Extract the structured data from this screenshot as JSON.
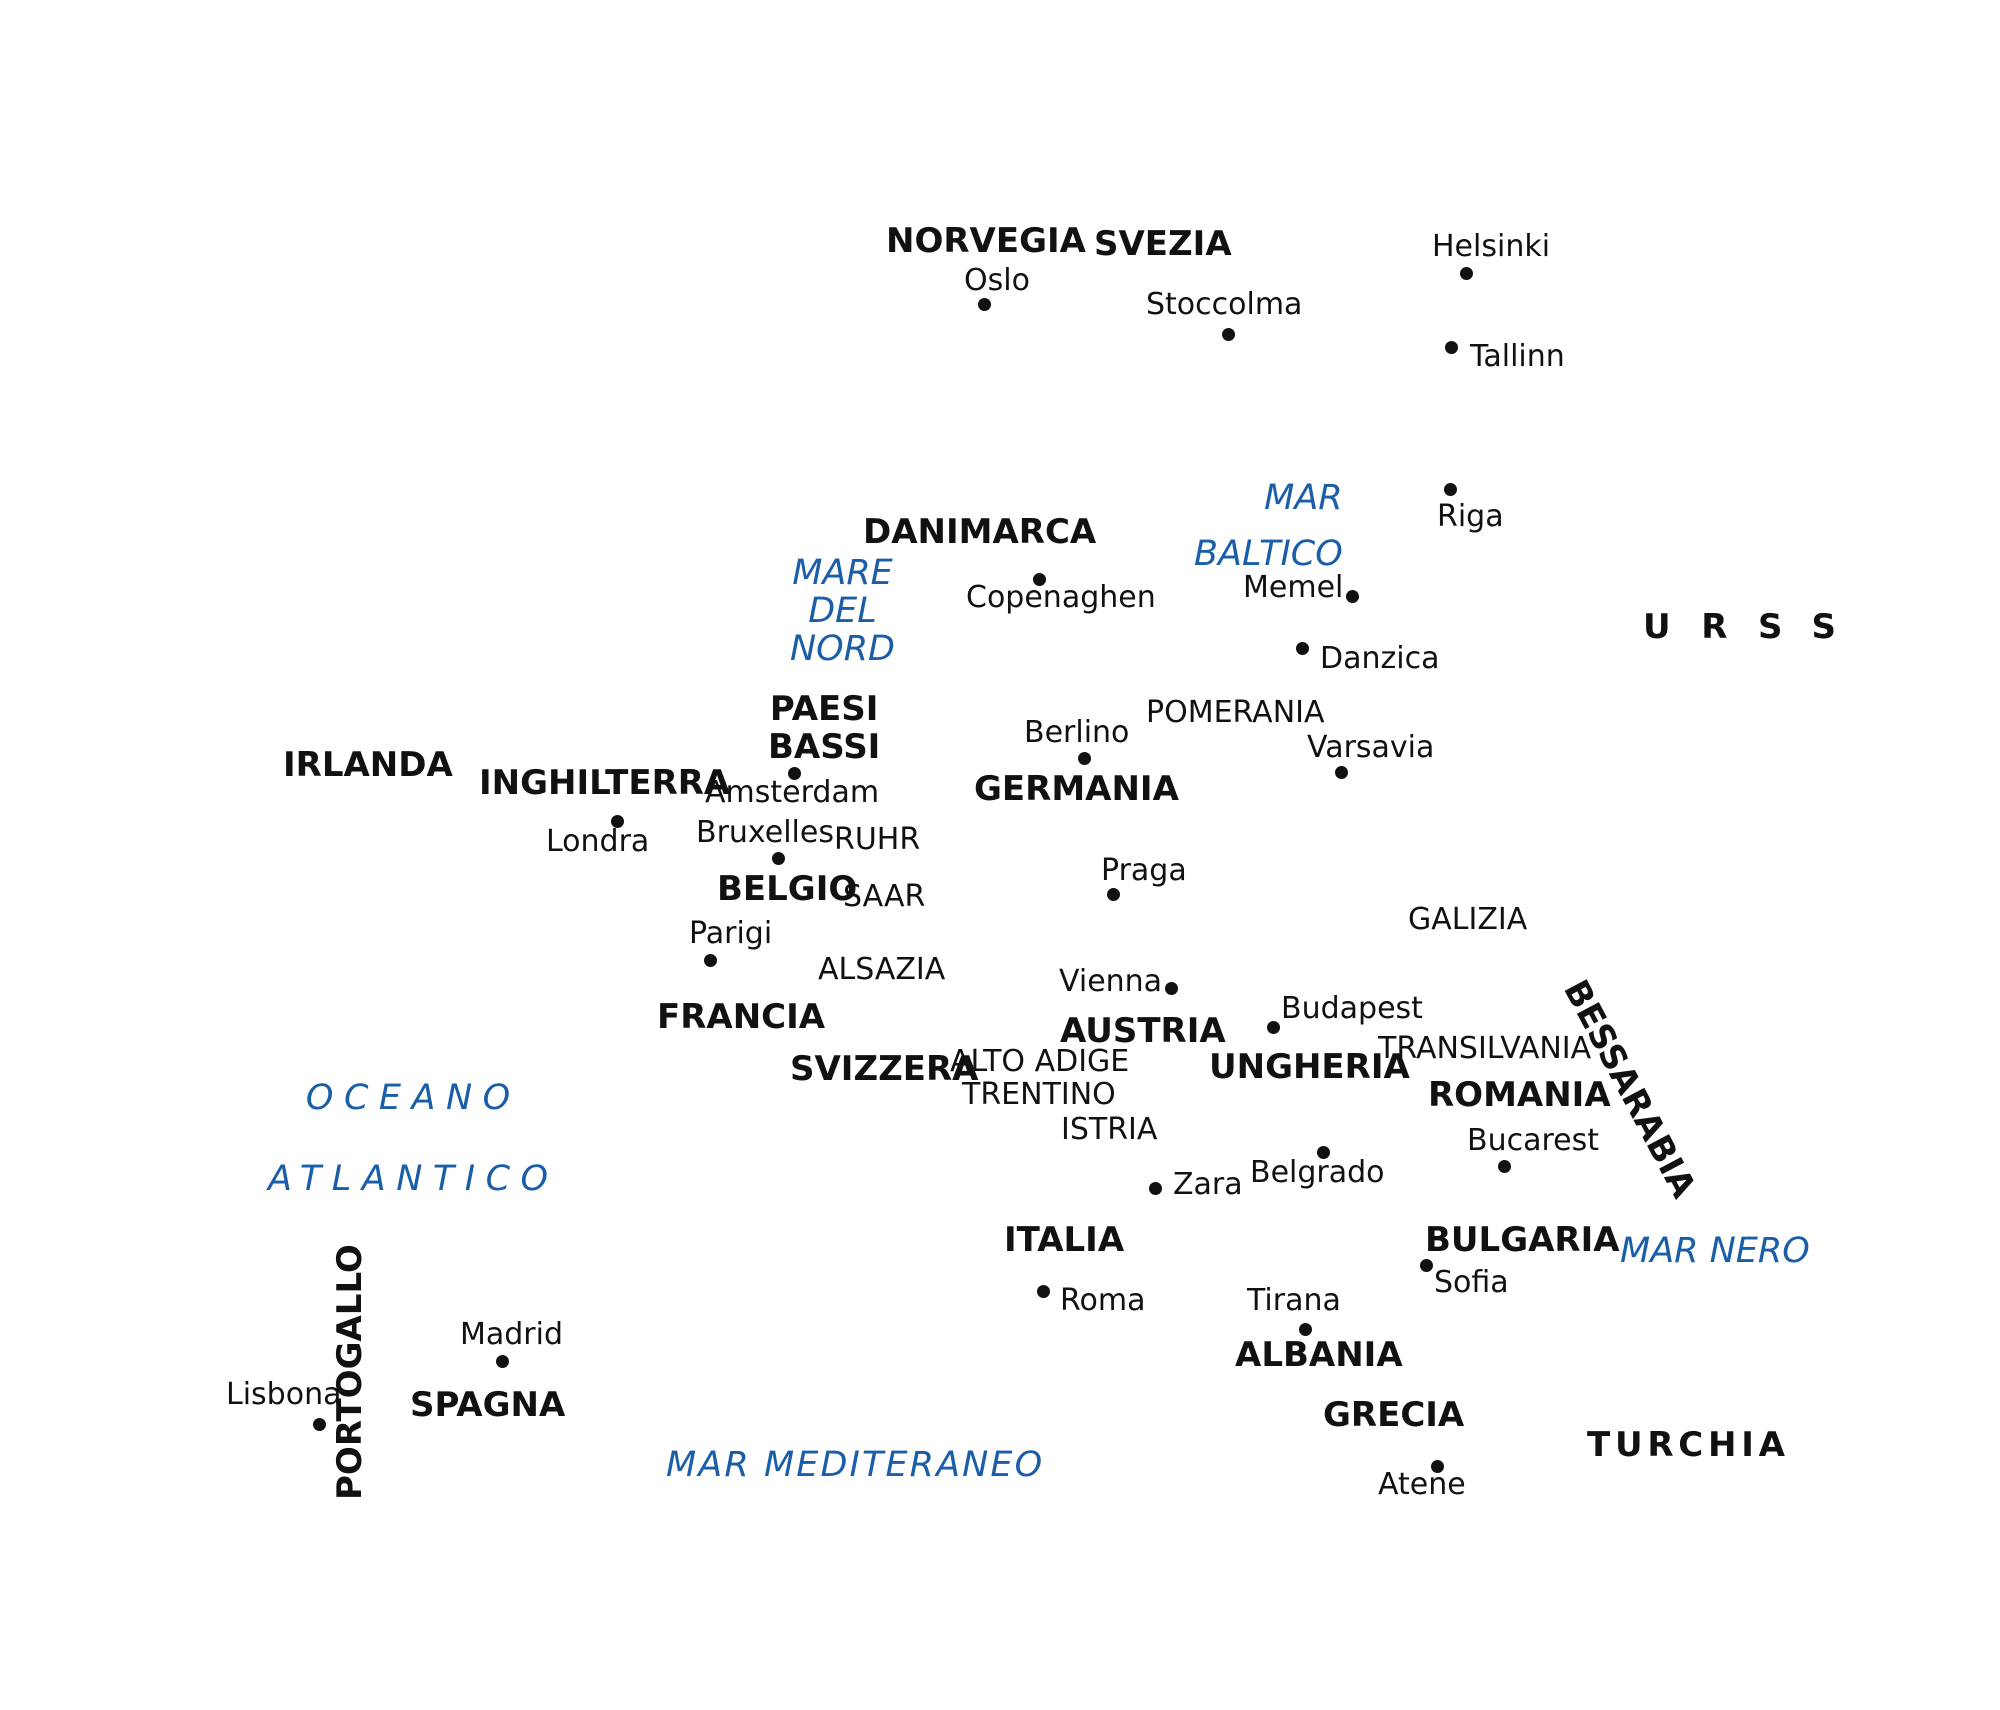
{
  "countries": {
    "norvegia": "NORVEGIA",
    "svezia": "SVEZIA",
    "danimarca": "DANIMARCA",
    "paesi_bassi": [
      "PAESI",
      "BASSI"
    ],
    "irlanda": "IRLANDA",
    "inghilterra": "INGHILTERRA",
    "germania": "GERMANIA",
    "belgio": "BELGIO",
    "francia": "FRANCIA",
    "svizzera": "SVIZZERA",
    "austria": "AUSTRIA",
    "ungheria": "UNGHERIA",
    "romania": "ROMANIA",
    "bessarabia": "BESSARABIA",
    "italia": "ITALIA",
    "bulgaria": "BULGARIA",
    "albania": "ALBANIA",
    "grecia": "GRECIA",
    "turchia": "TURCHIA",
    "spagna": "SPAGNA",
    "portogallo": "PORTOGALLO",
    "urss": "URSS"
  },
  "cities": {
    "oslo": "Oslo",
    "stoccolma": "Stoccolma",
    "helsinki": "Helsinki",
    "tallinn": "Tallinn",
    "riga": "Riga",
    "memel": "Memel",
    "danzica": "Danzica",
    "copenaghen": "Copenaghen",
    "berlino": "Berlino",
    "varsavia": "Varsavia",
    "amsterdam": "Amsterdam",
    "londra": "Londra",
    "bruxelles": "Bruxelles",
    "parigi": "Parigi",
    "praga": "Praga",
    "vienna": "Vienna",
    "budapest": "Budapest",
    "bucarest": "Bucarest",
    "belgrado": "Belgrado",
    "zara": "Zara",
    "roma": "Roma",
    "tirana": "Tirana",
    "sofia": "Sofia",
    "atene": "Atene",
    "madrid": "Madrid",
    "lisbona": "Lisbona"
  },
  "regions": {
    "pomerania": "POMERANIA",
    "ruhr": "RUHR",
    "saar": "SAAR",
    "alsazia": "ALSAZIA",
    "galizia": "GALIZIA",
    "transilvania": "TRANSILVANIA",
    "alto_adige": "ALTO ADIGE",
    "trentino": "TRENTINO",
    "istria": "ISTRIA"
  },
  "seas": {
    "mar_baltico": [
      "MAR",
      "BALTICO"
    ],
    "mare_del_nord": [
      "MARE",
      "DEL",
      "NORD"
    ],
    "oceano_atlantico": [
      "OCEANO",
      "ATLANTICO"
    ],
    "mar_nero": "MAR NERO",
    "mar_mediteraneo": "MAR MEDITERANEO"
  },
  "colors": {
    "land_text": "#111111",
    "water_text": "#1a5ea8",
    "background": "#ffffff"
  }
}
